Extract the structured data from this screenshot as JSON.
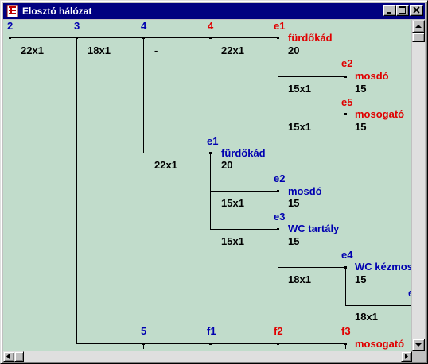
{
  "window": {
    "title": "Elosztó hálózat"
  },
  "icons": {
    "app": "network-app-icon",
    "minimize": "minimize-icon",
    "maximize": "maximize-icon",
    "close": "close-icon"
  },
  "colors": {
    "client_bg": "#c1dccb",
    "title_bg": "#000080",
    "node_blue": "#0000b0",
    "node_red": "#e00000"
  },
  "diagram": {
    "top_nodes": [
      "2",
      "3",
      "4",
      "4",
      "e1"
    ],
    "top_sizes": [
      "22x1",
      "18x1",
      "-",
      "22x1"
    ],
    "red_branch": {
      "e1_name": "fürdőkád",
      "e1_value": "20",
      "e2_id": "e2",
      "e2_name": "mosdó",
      "e2_value": "15",
      "e2_pipe": "15x1",
      "e5_id": "e5",
      "e5_name": "mosogató",
      "e5_value": "15",
      "e5_pipe": "15x1"
    },
    "blue_branch": {
      "e1_id": "e1",
      "e1_name": "fürdőkád",
      "e1_value": "20",
      "e1_pipe": "22x1",
      "e2_id": "e2",
      "e2_name": "mosdó",
      "e2_value": "15",
      "e2_pipe": "15x1",
      "e3_id": "e3",
      "e3_name": "WC tartály",
      "e3_value": "15",
      "e3_pipe": "15x1",
      "e4_id": "e4",
      "e4_name": "WC kézmos",
      "e4_value": "15",
      "e4_pipe": "18x1",
      "next_id": "e",
      "next_pipe": "18x1"
    },
    "bottom_row": {
      "n5": "5",
      "f1": "f1",
      "f2": "f2",
      "f3": "f3",
      "f3_name": "mosogató"
    }
  }
}
